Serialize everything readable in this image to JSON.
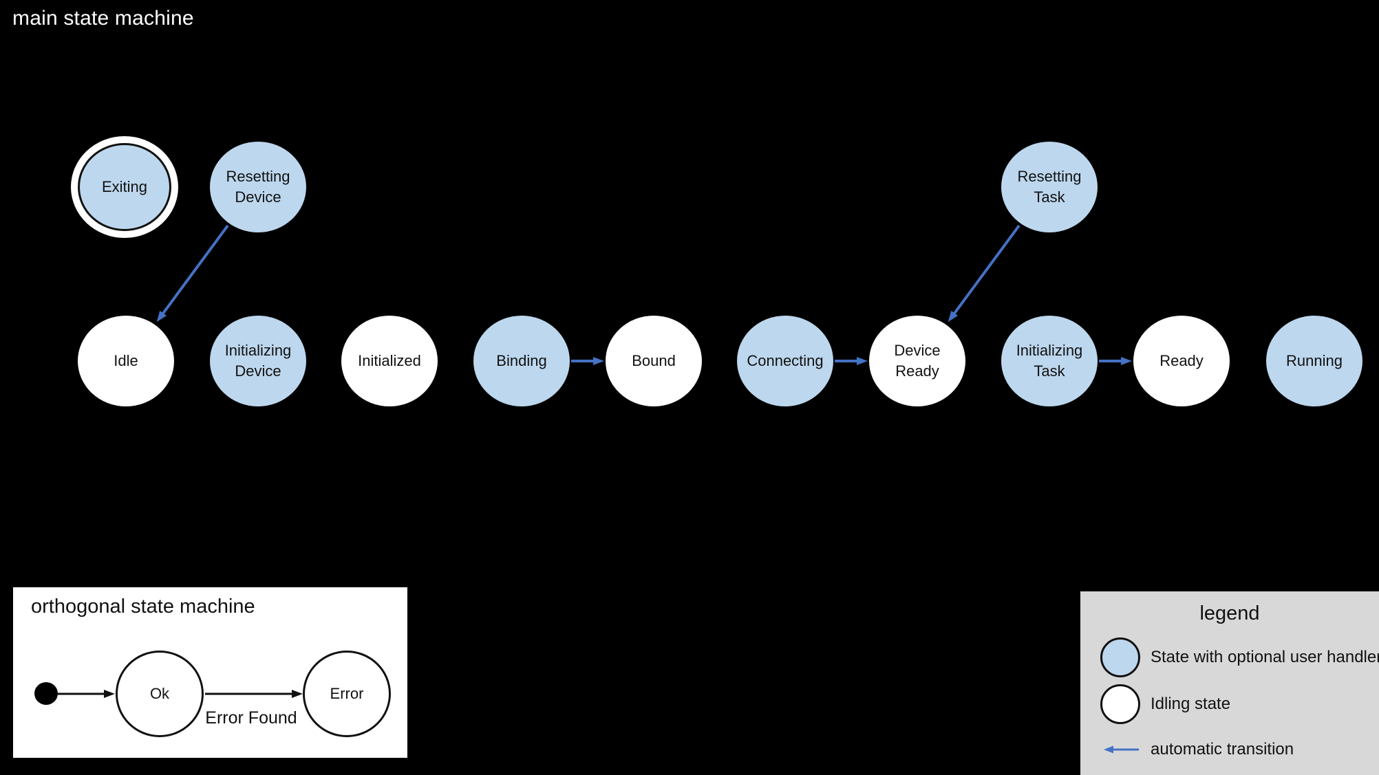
{
  "colors": {
    "handler_fill": "#BDD7EE",
    "idling_fill": "#FFFFFF",
    "transition_blue": "#4472C4",
    "legend_bg": "#D8D8D8"
  },
  "main": {
    "title": "main state machine",
    "states": [
      {
        "id": "exiting",
        "label": "Exiting",
        "type": "final state with user handler"
      },
      {
        "id": "resetting-device",
        "label": "Resetting\nDevice",
        "type": "state with optional user handler"
      },
      {
        "id": "resetting-task",
        "label": "Resetting\nTask",
        "type": "state with optional user handler"
      },
      {
        "id": "idle",
        "label": "Idle",
        "type": "idling state"
      },
      {
        "id": "initializing-device",
        "label": "Initializing\nDevice",
        "type": "state with optional user handler"
      },
      {
        "id": "initialized",
        "label": "Initialized",
        "type": "idling state"
      },
      {
        "id": "binding",
        "label": "Binding",
        "type": "state with optional user handler"
      },
      {
        "id": "bound",
        "label": "Bound",
        "type": "idling state"
      },
      {
        "id": "connecting",
        "label": "Connecting",
        "type": "state with optional user handler"
      },
      {
        "id": "device-ready",
        "label": "Device\nReady",
        "type": "idling state"
      },
      {
        "id": "initializing-task",
        "label": "Initializing\nTask",
        "type": "state with optional user handler"
      },
      {
        "id": "ready",
        "label": "Ready",
        "type": "idling state"
      },
      {
        "id": "running",
        "label": "Running",
        "type": "state with optional user handler"
      }
    ],
    "transitions": [
      {
        "from": "resetting-device",
        "to": "idle",
        "kind": "automatic"
      },
      {
        "from": "binding",
        "to": "bound",
        "kind": "automatic"
      },
      {
        "from": "connecting",
        "to": "device-ready",
        "kind": "automatic"
      },
      {
        "from": "resetting-task",
        "to": "device-ready",
        "kind": "automatic"
      },
      {
        "from": "initializing-task",
        "to": "ready",
        "kind": "automatic"
      }
    ]
  },
  "orthogonal": {
    "title": "orthogonal state machine",
    "states": [
      {
        "id": "ok",
        "label": "Ok"
      },
      {
        "id": "error",
        "label": "Error"
      }
    ],
    "transition_label": "Error Found"
  },
  "legend": {
    "title": "legend",
    "items": [
      {
        "swatch": "handler-state-circle",
        "label": "State with optional user handler"
      },
      {
        "swatch": "idling-state-circle",
        "label": "Idling state"
      },
      {
        "swatch": "automatic-transition-arrow",
        "label": "automatic transition"
      }
    ]
  }
}
